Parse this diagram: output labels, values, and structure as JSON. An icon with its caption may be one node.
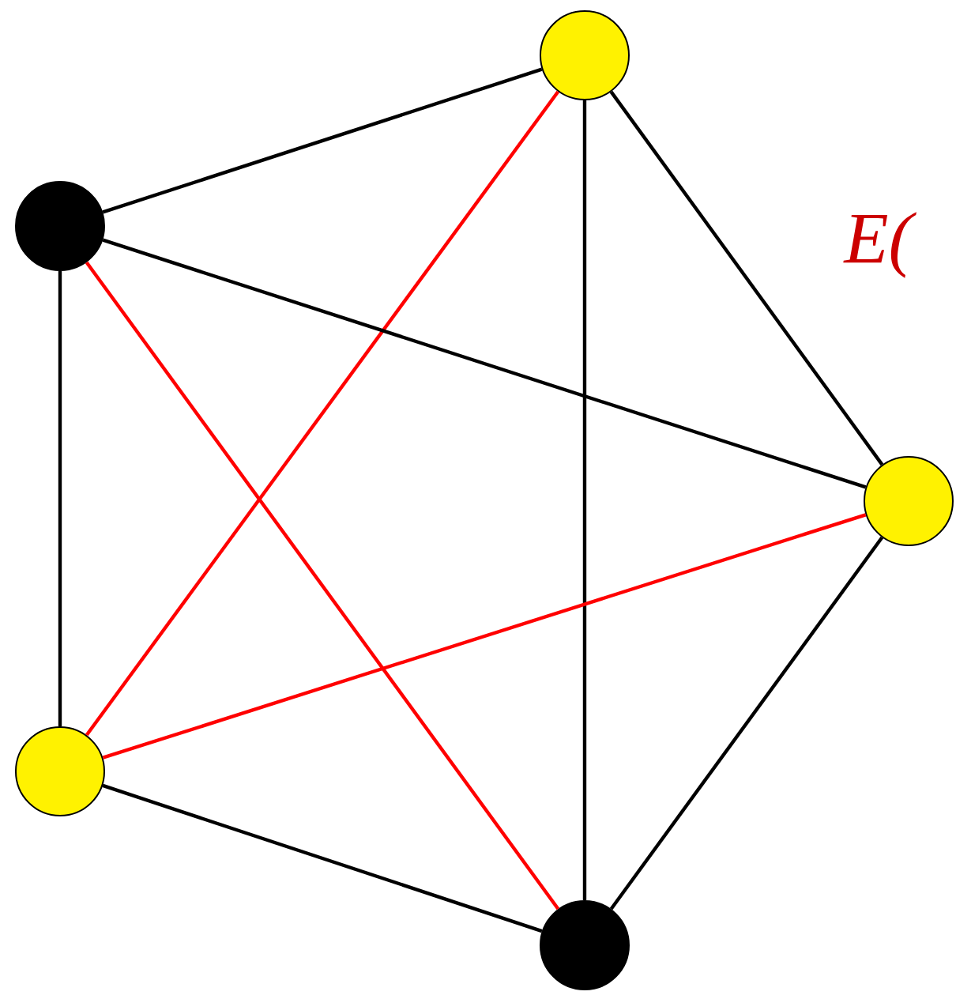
{
  "diagram": {
    "nodes": [
      {
        "text": [],
        "shape": "circle"
      },
      {
        "text": [],
        "shape": "circle"
      },
      {
        "text": [],
        "shape": "circle"
      },
      {
        "text": [],
        "shape": "circle"
      },
      {
        "text": [],
        "shape": "circle"
      }
    ],
    "edges": [
      {
        "from": 0,
        "to": 1,
        "arrow": "none"
      },
      {
        "from": 1,
        "to": 2,
        "arrow": "none",
        "color": "#ff0000"
      },
      {
        "from": 1,
        "to": 3,
        "arrow": "none"
      },
      {
        "from": 0,
        "to": 3,
        "arrow": "none"
      },
      {
        "from": 0,
        "to": 2,
        "arrow": "none"
      },
      {
        "from": 2,
        "to": 4,
        "arrow": "none"
      },
      {
        "from": 3,
        "to": 4,
        "arrow": "none"
      },
      {
        "from": 0,
        "to": 4,
        "arrow": "none",
        "color": "#ff0000"
      },
      {
        "from": 1,
        "to": 4,
        "arrow": "none"
      },
      {
        "from": 2,
        "to": 3,
        "arrow": "none",
        "color": "#ff0000"
      }
    ],
    "labels": [
      "E("
    ]
  }
}
